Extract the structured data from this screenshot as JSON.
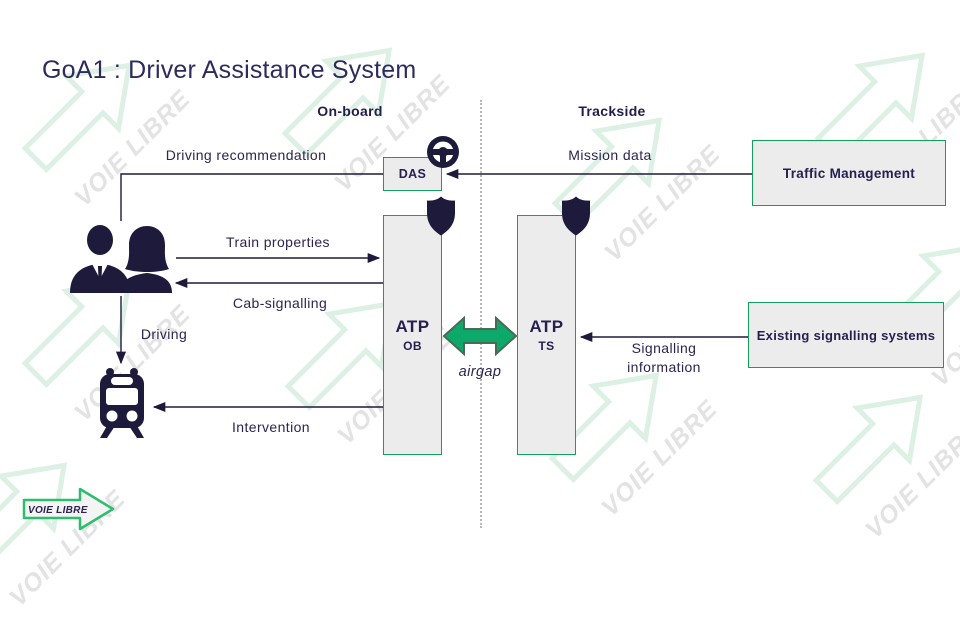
{
  "title": "GoA1 : Driver Assistance System",
  "headers": {
    "onboard": "On-board",
    "trackside": "Trackside"
  },
  "boxes": {
    "das": {
      "label": "DAS"
    },
    "atp_ob": {
      "line1": "ATP",
      "line2": "OB"
    },
    "atp_ts": {
      "line1": "ATP",
      "line2": "TS"
    },
    "traffic_management": {
      "label": "Traffic Management"
    },
    "existing_signalling": {
      "label": "Existing signalling systems"
    }
  },
  "labels": {
    "driving_recommendation": "Driving recommendation",
    "mission_data": "Mission data",
    "train_properties": "Train properties",
    "cab_signalling": "Cab-signalling",
    "driving": "Driving",
    "intervention": "Intervention",
    "signalling_information_line1": "Signalling",
    "signalling_information_line2": "information",
    "airgap": "airgap"
  },
  "logo": {
    "text": "VOIE LIBRE"
  },
  "watermark": {
    "text": "VOIE LIBRE"
  },
  "icons": {
    "steering_wheel": "steering-wheel-icon",
    "shield": "shield-icon",
    "drivers": "drivers-icon",
    "train": "train-icon",
    "logo_arrow": "voie-libre-arrow"
  },
  "colors": {
    "box_border_green": "#13a05e",
    "airgap_green": "#0ca96a",
    "airgap_outline": "#4a6a58",
    "navy": "#1e1a3c",
    "box_fill": "#ececec",
    "watermark_arrow": "#dcf0e4",
    "watermark_text": "#e3e3e3",
    "logo_green": "#2ebd6e"
  }
}
